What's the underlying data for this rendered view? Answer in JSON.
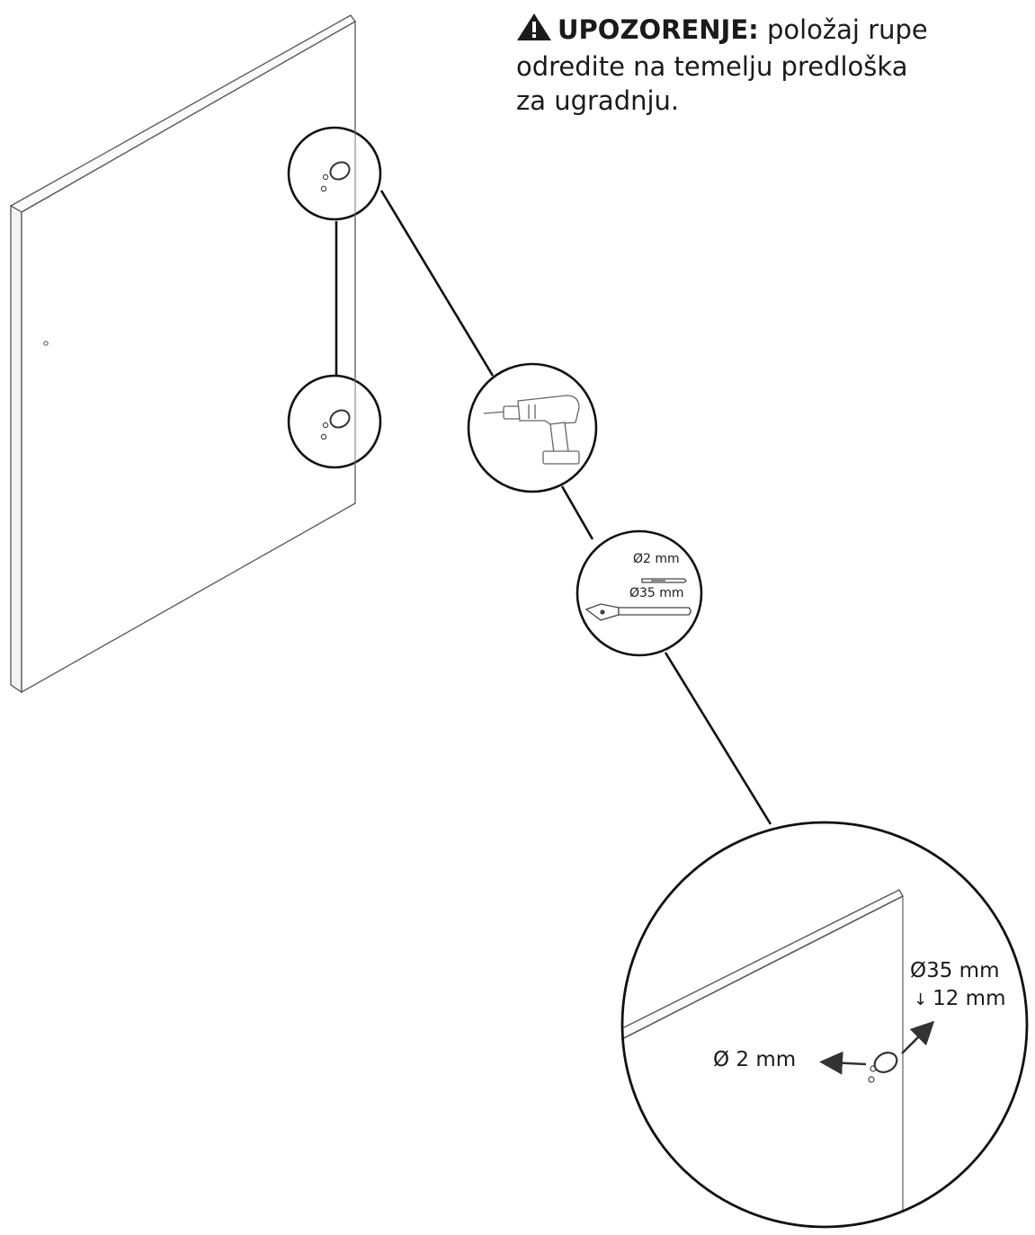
{
  "warning": {
    "heading": "UPOZORENJE:",
    "line1_rest": "položaj rupe",
    "line2": "odredite na temelju predloška",
    "line3": "za ugradnju.",
    "icon": "warning-triangle-icon"
  },
  "bits": {
    "small_bit": "Ø2 mm",
    "large_bit": "Ø35 mm"
  },
  "detail": {
    "hole_diameter": "Ø35 mm",
    "hole_depth": "12 mm",
    "pilot_hole": "Ø 2 mm"
  },
  "icons": {
    "drill": "drill-icon",
    "depth_arrow": "arrow-down-icon"
  }
}
